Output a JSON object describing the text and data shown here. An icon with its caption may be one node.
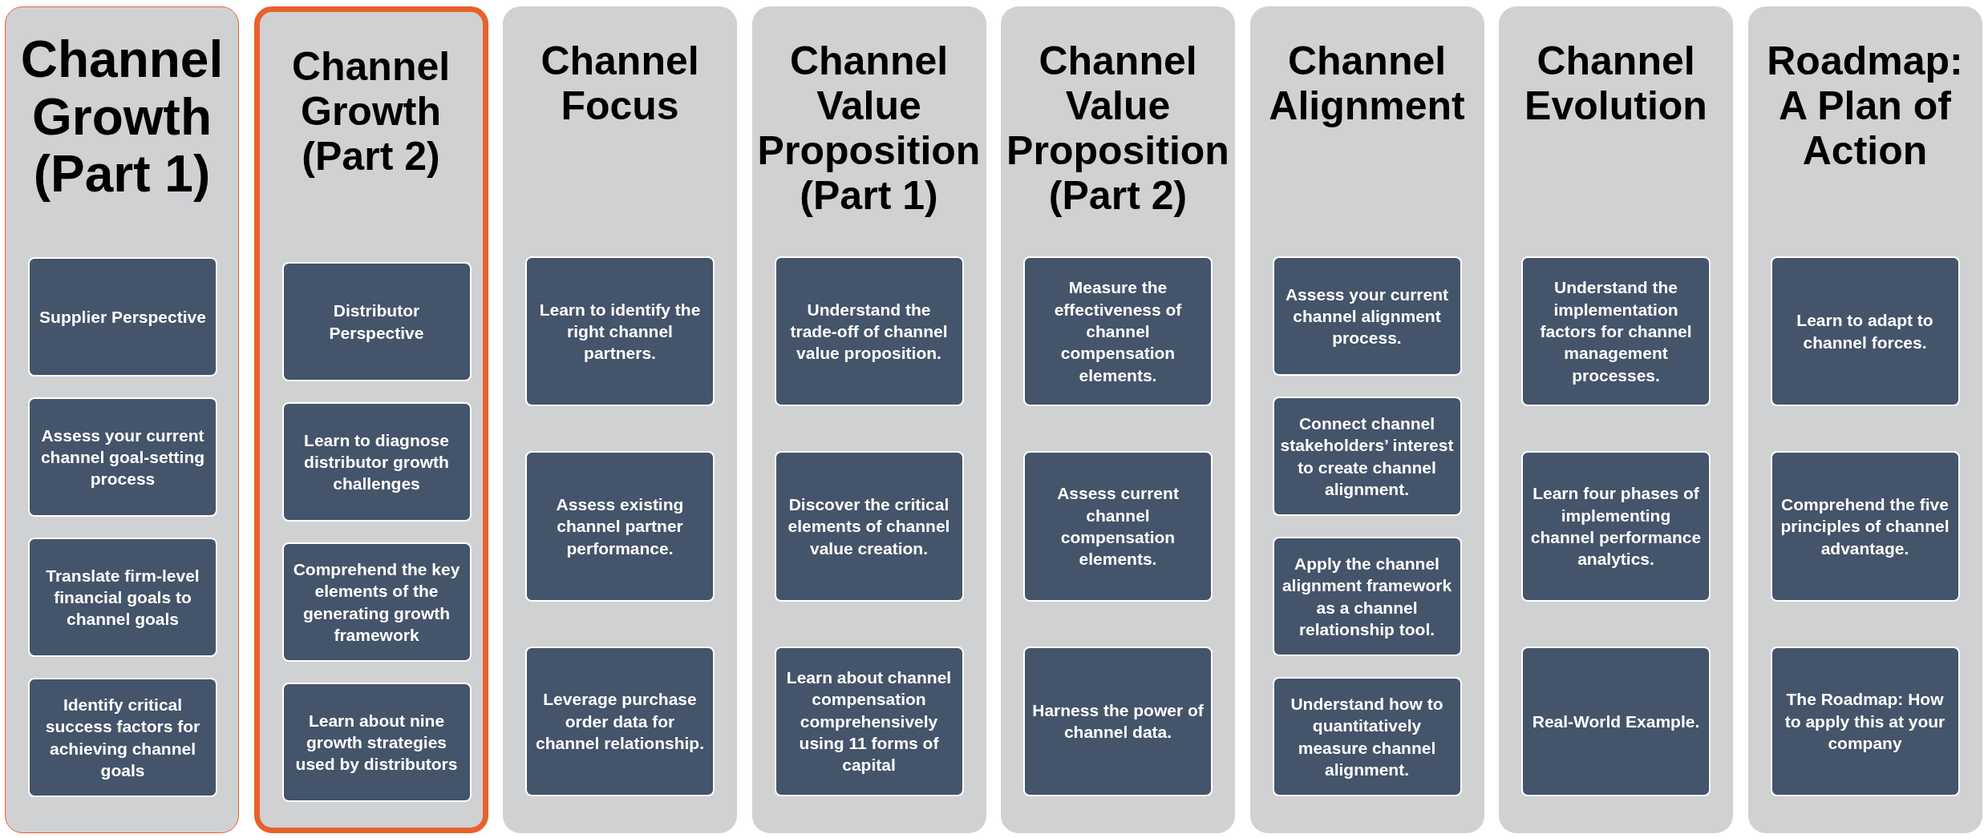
{
  "diagram": {
    "nodes": [
      {
        "text": [
          "Channel Growth (Part 1)"
        ]
      },
      {
        "text": [
          "Supplier Perspective"
        ],
        "in": 0
      },
      {
        "text": [
          "Assess your current channel goal-setting process"
        ],
        "in": 0
      },
      {
        "text": [
          "Translate firm-level financial goals to channel goals"
        ],
        "in": 0
      },
      {
        "text": [
          "Identify critical success factors for achieving channel goals"
        ],
        "in": 0
      },
      {
        "text": [
          "Channel Growth (Part 2)"
        ]
      },
      {
        "text": [
          "Distributor Perspective"
        ],
        "in": 5
      },
      {
        "text": [
          "Learn to diagnose distributor growth challenges"
        ],
        "in": 5
      },
      {
        "text": [
          "Comprehend the key elements of the generating growth framework"
        ],
        "in": 5
      },
      {
        "text": [
          "Learn about nine growth strategies used by distributors"
        ],
        "in": 5
      },
      {
        "text": [
          "Channel Focus"
        ]
      },
      {
        "text": [
          "Learn to identify the right channel partners."
        ],
        "in": 10
      },
      {
        "text": [
          "Assess existing channel partner performance."
        ],
        "in": 10
      },
      {
        "text": [
          "Leverage purchase order data for channel relationship."
        ],
        "in": 10
      },
      {
        "text": [
          "Channel Value Proposition (Part 1)"
        ]
      },
      {
        "text": [
          "Understand the trade-off of channel value proposition."
        ],
        "in": 14
      },
      {
        "text": [
          "Discover the critical elements of channel value creation."
        ],
        "in": 14
      },
      {
        "text": [
          "Learn about channel compensation comprehensively using 11 forms of capital"
        ],
        "in": 14
      },
      {
        "text": [
          "Channel Value Proposition (Part 2)"
        ]
      },
      {
        "text": [
          "Measure the effectiveness of channel compensation elements."
        ],
        "in": 18
      },
      {
        "text": [
          "Assess current channel compensation elements."
        ],
        "in": 18
      },
      {
        "text": [
          "Harness the power of channel data."
        ],
        "in": 18
      },
      {
        "text": [
          "Channel Alignment"
        ]
      },
      {
        "text": [
          "Assess your current channel alignment process."
        ],
        "in": 22
      },
      {
        "text": [
          "Connect channel stakeholders’ interest to create channel alignment."
        ],
        "in": 22
      },
      {
        "text": [
          "Apply the channel alignment framework as a channel relationship tool."
        ],
        "in": 22
      },
      {
        "text": [
          "Understand how to quantitatively measure channel alignment."
        ],
        "in": 22
      },
      {
        "text": [
          "Channel Evolution"
        ]
      },
      {
        "text": [
          "Understand the implementation factors for channel management processes."
        ],
        "in": 27
      },
      {
        "text": [
          "Learn four phases of implementing channel performance analytics."
        ],
        "in": 27
      },
      {
        "text": [
          "Real-World Example."
        ],
        "in": 27
      },
      {
        "text": [
          "Roadmap: A Plan of Action"
        ]
      },
      {
        "text": [
          "Learn to adapt to channel forces."
        ],
        "in": 31
      },
      {
        "text": [
          "Comprehend the five principles of channel advantage."
        ],
        "in": 31
      },
      {
        "text": [
          "The Roadmap: How to apply this at your company"
        ],
        "in": 31
      }
    ],
    "edges": []
  }
}
